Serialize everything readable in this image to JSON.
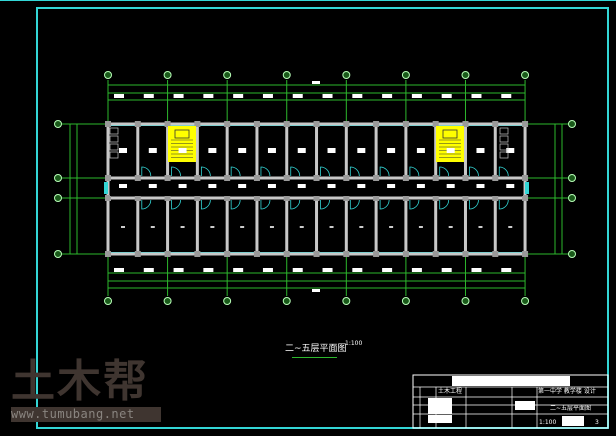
{
  "drawing": {
    "title": "二~五层平面图",
    "scale": "1:100"
  },
  "watermark": {
    "logo": "土木帮",
    "url": "www.tumubang.net"
  },
  "title_block": {
    "discipline": "土木工程",
    "project": "第一中学 教学楼 设计",
    "sheet_name": "二~五层平面图",
    "scale": "1:100",
    "sheet_no": "3"
  },
  "colors": {
    "frame": "#33d6d6",
    "axis": "#2db82d",
    "wall": "#c8c8c8",
    "window": "#33d6d6",
    "stair": "#ffff00"
  }
}
